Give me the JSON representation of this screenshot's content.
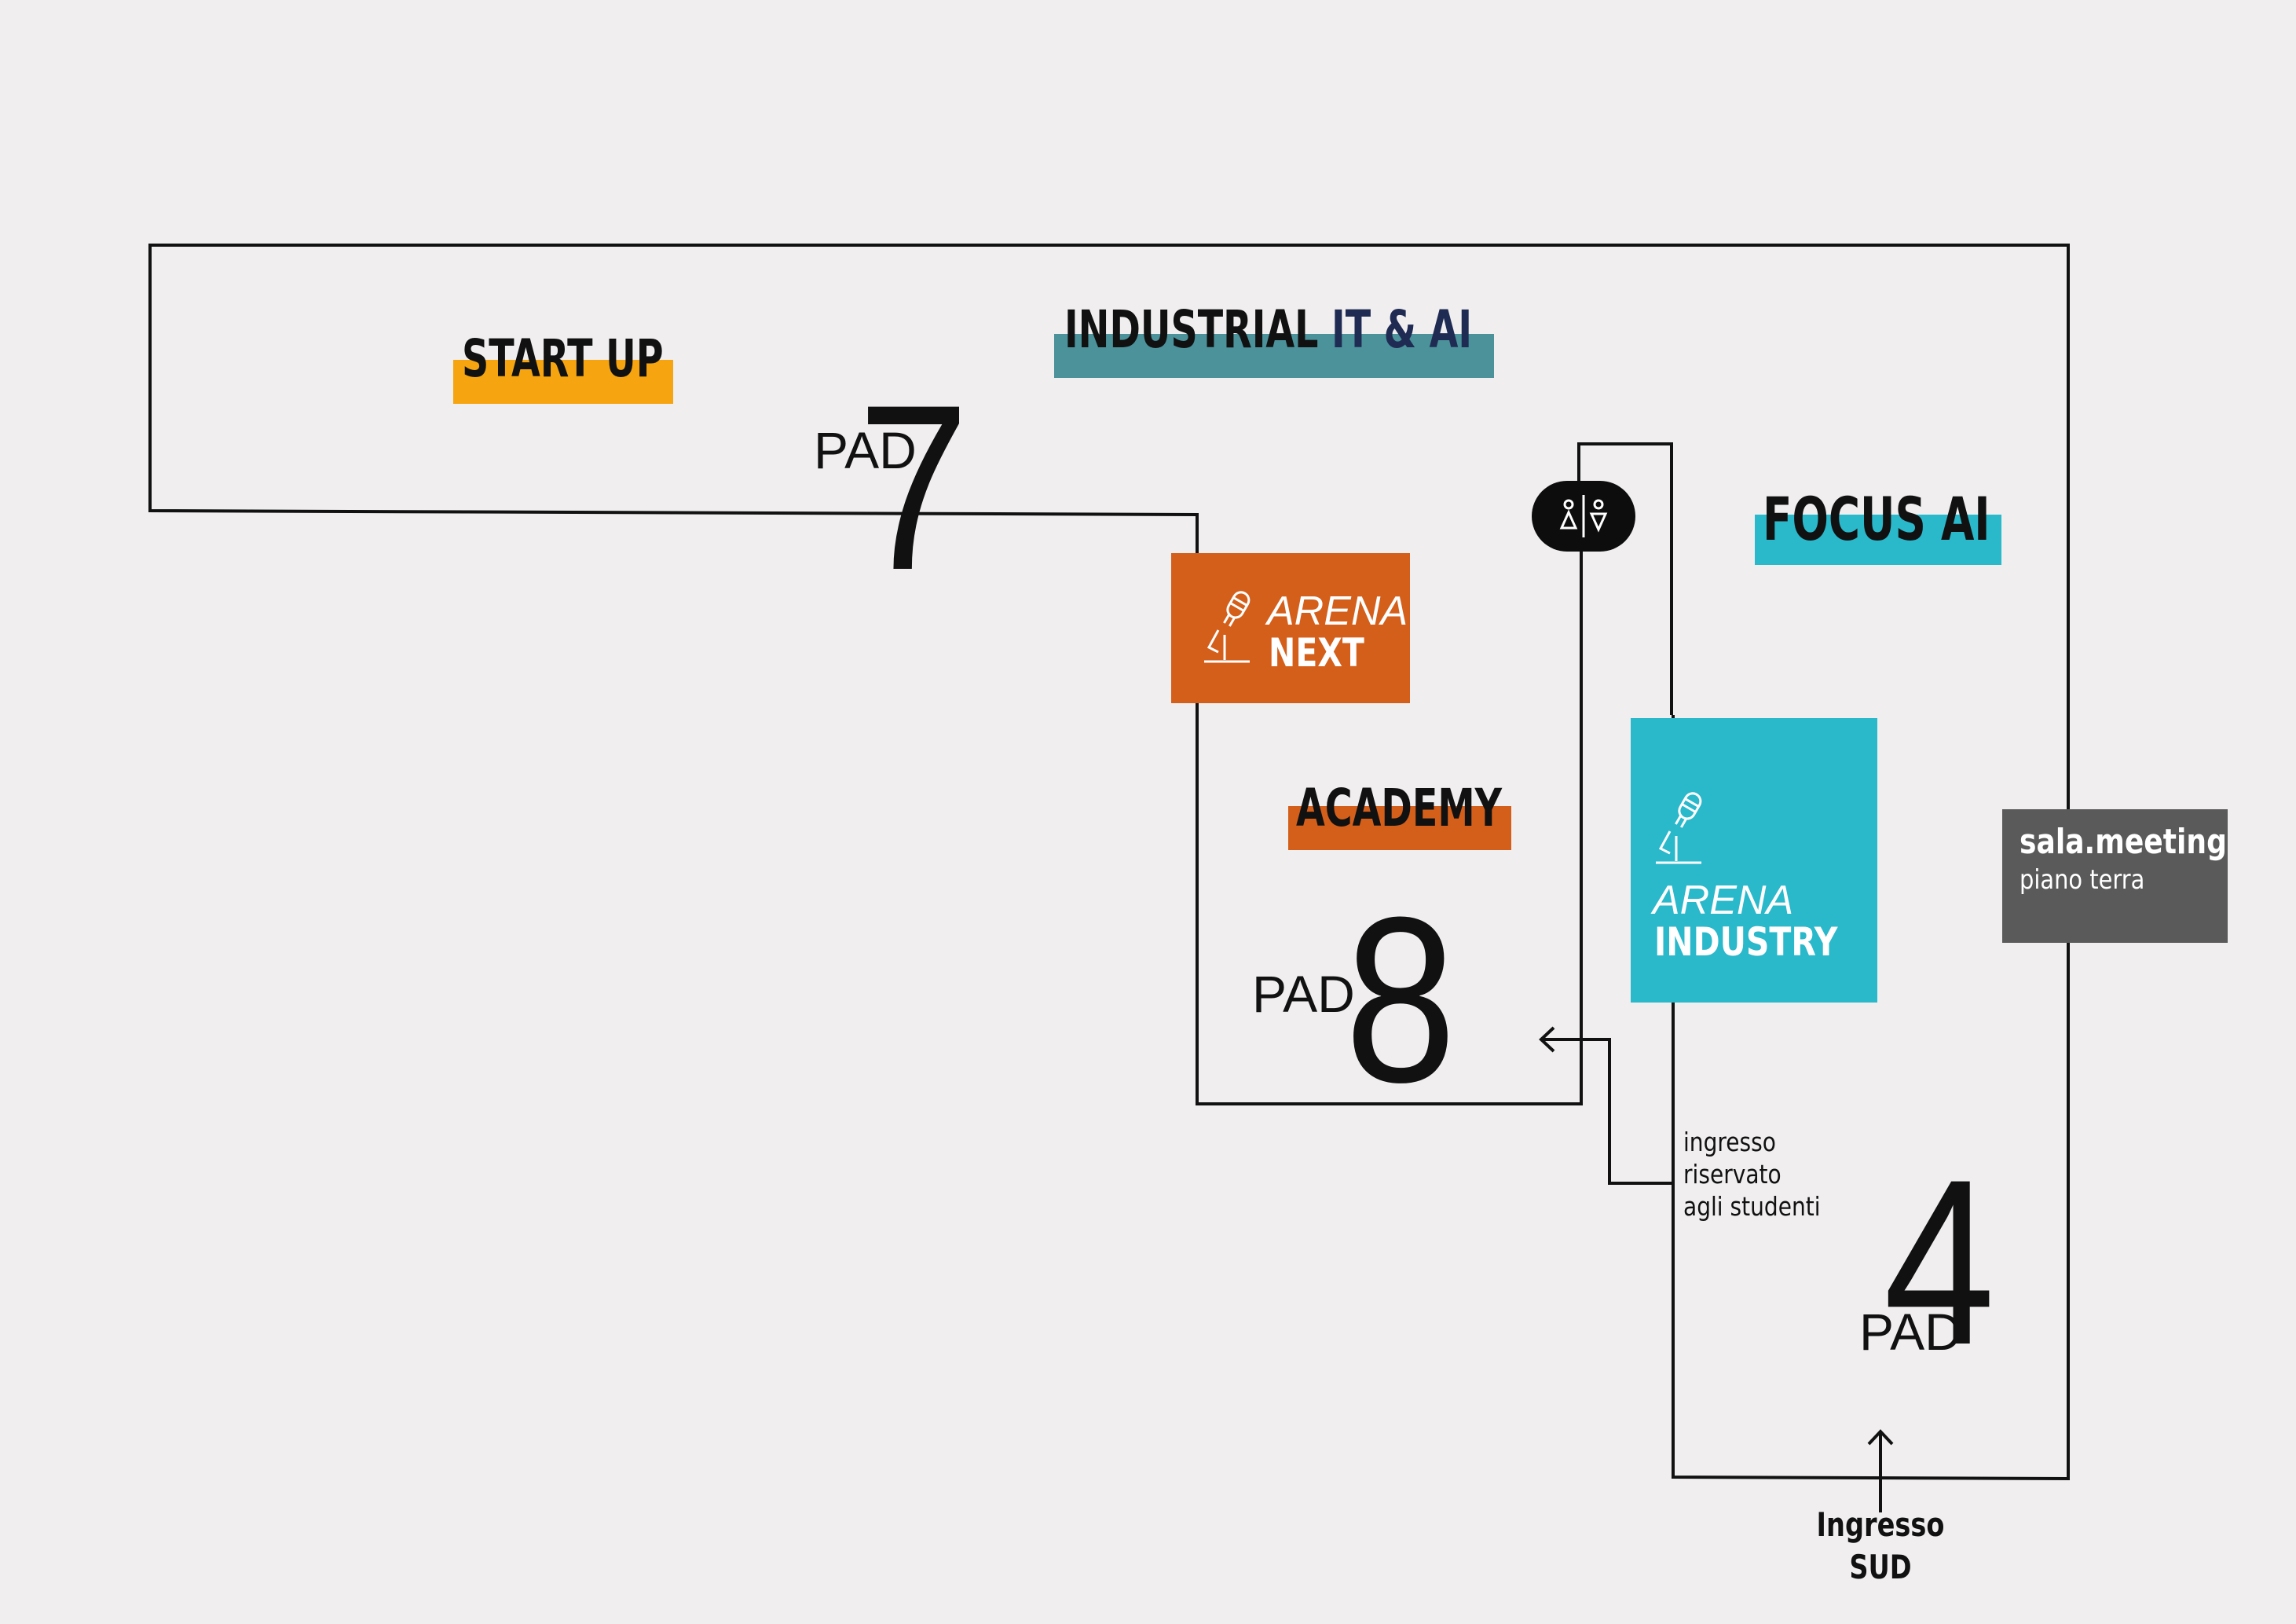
{
  "colors": {
    "background": "#f0eeef",
    "outline": "#111111",
    "start_up": "#f6a511",
    "industrial": "#4b929b",
    "focus_ai": "#2ab8cb",
    "arena_next": "#d45f1b",
    "academy": "#d45f1b",
    "arena_industry": "#2ab8cb",
    "sala_meeting": "#5a5a5a"
  },
  "areas": {
    "start_up": "START UP",
    "industrial_main": "INDUSTRIAL",
    "industrial_accent": "IT & AI",
    "focus_ai": "FOCUS AI",
    "academy": "ACADEMY"
  },
  "pavilions": {
    "pad7": {
      "prefix": "PAD",
      "number": "7"
    },
    "pad8": {
      "prefix": "PAD",
      "number": "8"
    },
    "pad4": {
      "prefix": "PAD",
      "number": "4"
    }
  },
  "arenas": {
    "next": {
      "line1": "ARENA",
      "line2": "NEXT",
      "icon": "microphone-icon"
    },
    "industry": {
      "line1": "ARENA",
      "line2": "INDUSTRY",
      "icon": "microphone-icon"
    }
  },
  "restroom_icon": "restroom-icon",
  "students_entrance": {
    "line1": "ingresso",
    "line2": "riservato",
    "line3": "agli studenti"
  },
  "south_entrance": {
    "line1": "Ingresso",
    "line2": "SUD"
  },
  "sala_meeting": {
    "title": "sala.meeting",
    "subtitle": "piano terra"
  }
}
